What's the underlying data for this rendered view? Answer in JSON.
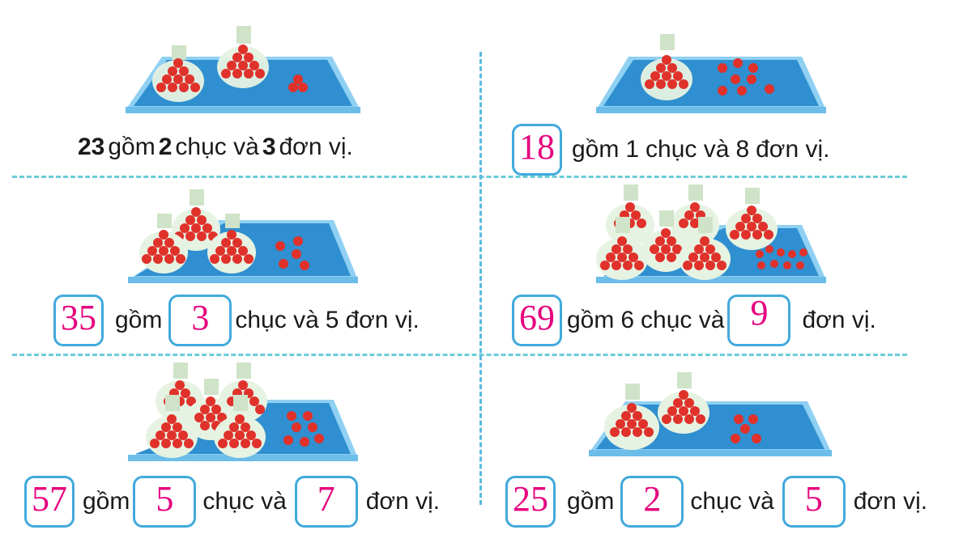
{
  "colors": {
    "box_border": "#41a9dc",
    "answer_text": "#e6007e",
    "divider": "#6ccbd8",
    "tray": "#2f8fd0",
    "tray_rim": "#8fd0f3",
    "tomato": "#e0312b",
    "bag": "#e6f3e2"
  },
  "cells": [
    {
      "id": "a",
      "number": "23",
      "tens": "2",
      "ones": "3",
      "word_gom": "gồm",
      "word_chuc": "chục và",
      "word_donvi": "đơn vị.",
      "bags": 2,
      "loose_tomatoes": 3,
      "boxed": []
    },
    {
      "id": "b",
      "number": "18",
      "tens": "1",
      "ones": "8",
      "word_gom": "gồm",
      "word_chuc": "chục và",
      "word_donvi": "đơn vị.",
      "bags": 1,
      "loose_tomatoes": 8,
      "boxed": [
        "number"
      ]
    },
    {
      "id": "c",
      "number": "35",
      "tens": "3",
      "ones": "5",
      "word_gom": "gồm",
      "word_chuc": "chục và",
      "word_donvi": "đơn vị.",
      "bags": 3,
      "loose_tomatoes": 5,
      "boxed": [
        "number",
        "tens"
      ]
    },
    {
      "id": "d",
      "number": "69",
      "tens": "6",
      "ones": "9",
      "word_gom": "gồm",
      "word_chuc": "chục và",
      "word_donvi": "đơn vị.",
      "bags": 6,
      "loose_tomatoes": 9,
      "boxed": [
        "number",
        "ones"
      ]
    },
    {
      "id": "e",
      "number": "57",
      "tens": "5",
      "ones": "7",
      "word_gom": "gồm",
      "word_chuc": "chục và",
      "word_donvi": "đơn vị.",
      "bags": 5,
      "loose_tomatoes": 7,
      "boxed": [
        "number",
        "tens",
        "ones"
      ]
    },
    {
      "id": "f",
      "number": "25",
      "tens": "2",
      "ones": "5",
      "word_gom": "gồm",
      "word_chuc": "chục và",
      "word_donvi": "đơn vị.",
      "bags": 2,
      "loose_tomatoes": 5,
      "boxed": [
        "number",
        "tens",
        "ones"
      ]
    }
  ]
}
